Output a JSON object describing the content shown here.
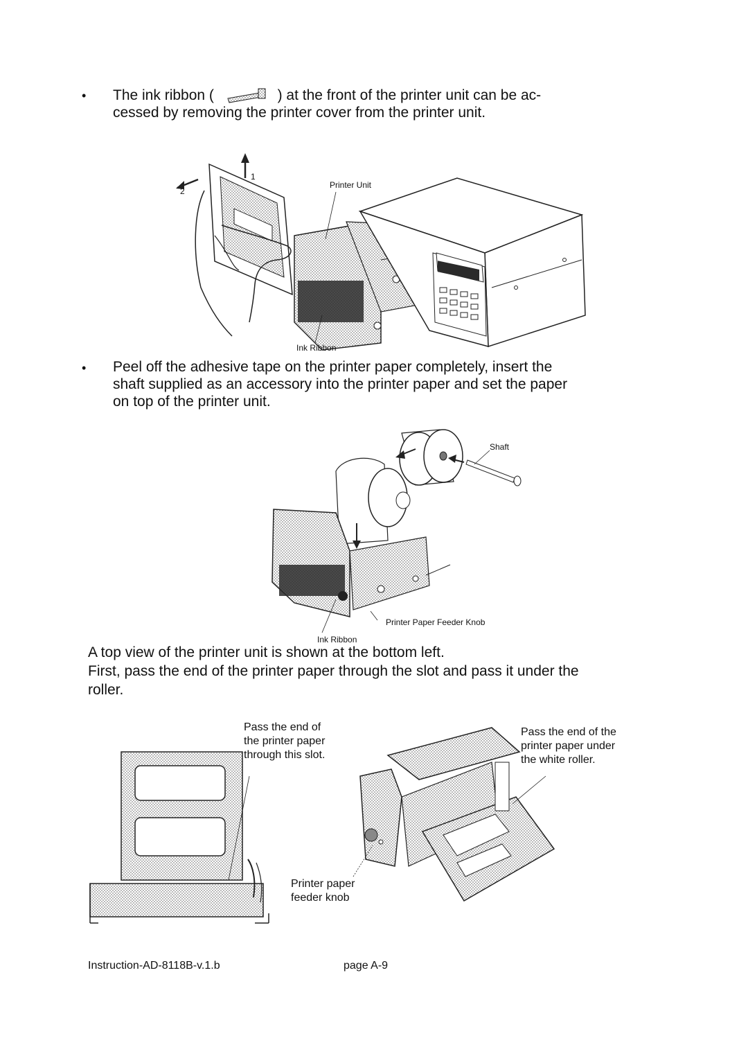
{
  "bullets": [
    {
      "before_icon": "The ink ribbon (",
      "icon": "ink-ribbon-icon",
      "line1_after_icon": ") at the front of the printer unit can be ac-",
      "line2": "cessed by removing the printer cover from the printer unit."
    },
    {
      "line1": "Peel off the adhesive tape on the printer paper completely, insert the",
      "line2": "shaft supplied as an accessory into the printer paper and set the paper",
      "line3": "on top of the printer unit."
    }
  ],
  "figure1": {
    "label_printer_unit": "Printer Unit",
    "label_ink_ribbon": "Ink Ribbon",
    "step1": "1",
    "step2": "2"
  },
  "figure2": {
    "label_shaft": "Shaft",
    "label_feeder_knob": "Printer Paper Feeder Knob",
    "label_ink_ribbon": "Ink Ribbon"
  },
  "paragraphs": {
    "top_view": "A top view of the printer unit is shown at the bottom left.",
    "first_pass_line1": "First, pass the end of the printer paper through the slot and pass it under the",
    "first_pass_line2": "roller."
  },
  "figure3": {
    "slot_label": [
      "Pass the end of",
      "the printer paper",
      "through this slot."
    ],
    "roller_label": [
      "Pass the end of the",
      "printer paper under",
      "the white roller."
    ],
    "knob_label": [
      "Printer paper",
      "feeder knob"
    ]
  },
  "footer": {
    "doc_id": "Instruction-AD-8118B-v.1.b",
    "page": "page A-9"
  }
}
